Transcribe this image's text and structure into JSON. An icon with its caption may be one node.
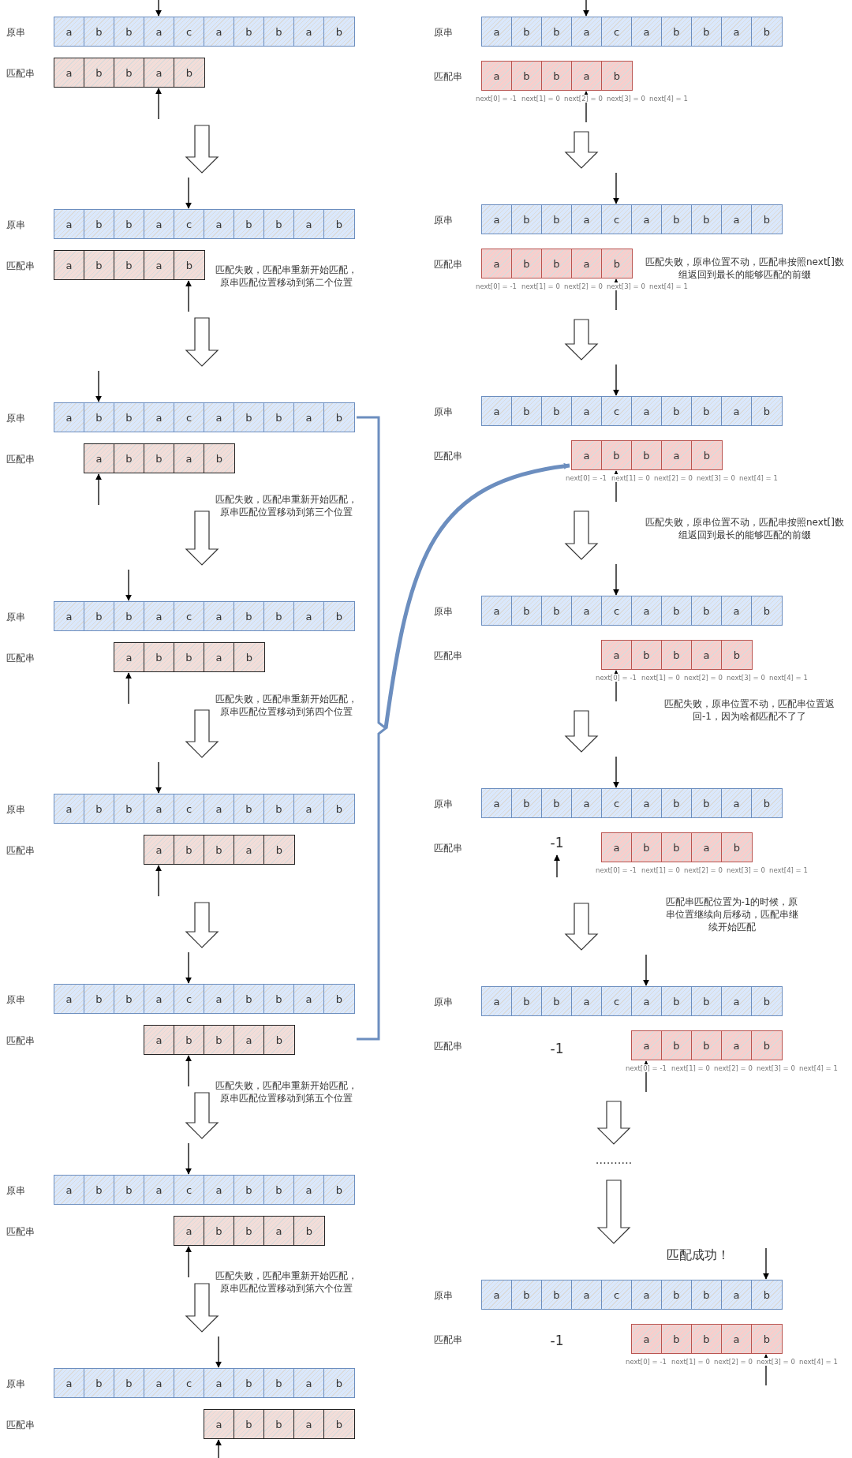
{
  "diagram": {
    "nodes": [
      {
        "text": [
          "a",
          "b",
          "b",
          "a",
          "c",
          "a",
          "b",
          "b",
          "a",
          "b"
        ],
        "beside": [
          "原串"
        ]
      },
      {
        "text": [
          "a",
          "b",
          "b",
          "a",
          "b"
        ]
      },
      {
        "text": [
          "a",
          "b",
          "b",
          "a",
          "c",
          "a",
          "b",
          "b",
          "a",
          "b"
        ],
        "beside": [
          "原串"
        ]
      },
      {
        "text": [
          "a",
          "b",
          "b",
          "a",
          "b"
        ]
      },
      {
        "text": [
          "a",
          "b",
          "b",
          "a",
          "c",
          "a",
          "b",
          "b",
          "a",
          "b"
        ],
        "beside": [
          "原串"
        ]
      },
      {
        "text": [
          "a",
          "b",
          "b",
          "a",
          "b"
        ]
      },
      {
        "text": [
          "a",
          "b",
          "b",
          "a",
          "c",
          "a",
          "b",
          "b",
          "a",
          "b"
        ],
        "beside": [
          "原串"
        ]
      },
      {
        "text": [
          "a",
          "b",
          "b",
          "a",
          "b"
        ]
      },
      {
        "text": [
          "a",
          "b",
          "b",
          "a",
          "c",
          "a",
          "b",
          "b",
          "a",
          "b"
        ],
        "beside": [
          "原串"
        ]
      },
      {
        "text": [
          "a",
          "b",
          "b",
          "a",
          "b"
        ]
      },
      {
        "text": [
          "a",
          "b",
          "b",
          "a",
          "c",
          "a",
          "b",
          "b",
          "a",
          "b"
        ],
        "beside": [
          "原串"
        ]
      },
      {
        "text": [
          "a",
          "b",
          "b",
          "a",
          "b"
        ]
      },
      {
        "text": [
          "a",
          "b",
          "b",
          "a",
          "c",
          "a",
          "b",
          "b",
          "a",
          "b"
        ],
        "beside": [
          "原串"
        ]
      },
      {
        "text": [
          "a",
          "b",
          "b",
          "a",
          "b"
        ]
      },
      {
        "text": [
          "a",
          "b",
          "b",
          "a",
          "c",
          "a",
          "b",
          "b",
          "a",
          "b"
        ],
        "beside": [
          "原串"
        ]
      },
      {
        "text": [
          "a",
          "b",
          "b",
          "a",
          "b"
        ]
      },
      {
        "text": [
          "a",
          "b",
          "b",
          "a",
          "c",
          "a",
          "b",
          "b",
          "a",
          "b"
        ],
        "beside": [
          "原串"
        ]
      },
      {
        "text": [
          "a",
          "b",
          "b",
          "a",
          "b"
        ],
        "beside": [
          "next[0] = -1",
          "next[1] = 0",
          "next[2] = 0",
          "next[3] = 0",
          "next[4] = 1"
        ]
      },
      {
        "text": [
          "a",
          "b",
          "b",
          "a",
          "c",
          "a",
          "b",
          "b",
          "a",
          "b"
        ],
        "beside": [
          "原串"
        ]
      },
      {
        "text": [
          "a",
          "b",
          "b",
          "a",
          "b"
        ],
        "beside": [
          "next[0] = -1",
          "next[1] = 0",
          "next[2] = 0",
          "next[3] = 0",
          "next[4] = 1"
        ]
      },
      {
        "text": [
          "a",
          "b",
          "b",
          "a",
          "c",
          "a",
          "b",
          "b",
          "a",
          "b"
        ],
        "beside": [
          "原串"
        ]
      },
      {
        "text": [
          "a",
          "b",
          "b",
          "a",
          "b"
        ],
        "beside": [
          "next[0] = -1",
          "next[1] = 0",
          "next[2] = 0",
          "next[3] = 0",
          "next[4] = 1"
        ]
      },
      {
        "text": [
          "a",
          "b",
          "b",
          "a",
          "c",
          "a",
          "b",
          "b",
          "a",
          "b"
        ],
        "beside": [
          "原串"
        ]
      },
      {
        "text": [
          "a",
          "b",
          "b",
          "a",
          "b"
        ],
        "beside": [
          "next[0] = -1",
          "next[1] = 0",
          "next[2] = 0",
          "next[3] = 0",
          "next[4] = 1"
        ]
      },
      {
        "text": [
          "a",
          "b",
          "b",
          "a",
          "c",
          "a",
          "b",
          "b",
          "a",
          "b"
        ],
        "beside": [
          "原串"
        ]
      },
      {
        "text": [
          "-1"
        ]
      },
      {
        "text": [
          "a",
          "b",
          "b",
          "a",
          "b"
        ],
        "beside": [
          "next[0] = -1",
          "next[1] = 0",
          "next[2] = 0",
          "next[3] = 0",
          "next[4] = 1"
        ]
      },
      {
        "text": [
          "a",
          "b",
          "b",
          "a",
          "c",
          "a",
          "b",
          "b",
          "a",
          "b"
        ],
        "beside": [
          "原串"
        ]
      },
      {
        "text": [
          "a",
          "b",
          "b",
          "a",
          "b"
        ],
        "beside": [
          "next[0] = -1",
          "next[1] = 0",
          "next[2] = 0",
          "next[3] = 0",
          "next[4] = 1"
        ]
      },
      {
        "text": [
          "………."
        ]
      },
      {
        "text": [
          "a",
          "b",
          "b",
          "a",
          "c",
          "a",
          "b",
          "b",
          "a",
          "b"
        ],
        "beside": [
          "原串"
        ]
      },
      {
        "text": [
          "a",
          "b",
          "b",
          "a",
          "b"
        ],
        "beside": [
          "next[0] = -1",
          "next[1] = 0",
          "next[2] = 0",
          "next[3] = 0",
          "next[4] = 1"
        ]
      },
      {
        "text": [],
        "shape": "bracket"
      }
    ],
    "edges": [
      {
        "from": null,
        "to": 0,
        "arrow": "to"
      },
      {
        "from": null,
        "to": 1,
        "arrow": "to"
      },
      {
        "from": 1,
        "to": 2,
        "arrow": "to",
        "style": "thick"
      },
      {
        "from": null,
        "to": 2,
        "arrow": "to"
      },
      {
        "from": null,
        "to": 3,
        "arrow": "to"
      },
      {
        "from": 3,
        "to": 4,
        "arrow": "to",
        "style": "thick"
      },
      {
        "from": null,
        "to": 4,
        "arrow": "to"
      },
      {
        "from": null,
        "to": 5,
        "arrow": "to"
      },
      {
        "from": 5,
        "to": 6,
        "arrow": "to",
        "style": "thick"
      },
      {
        "from": null,
        "to": 6,
        "arrow": "to"
      },
      {
        "from": null,
        "to": 7,
        "arrow": "to"
      },
      {
        "from": 7,
        "to": 8,
        "arrow": "to",
        "style": "thick"
      },
      {
        "from": null,
        "to": 8,
        "arrow": "to"
      },
      {
        "from": null,
        "to": 9,
        "arrow": "to"
      },
      {
        "from": 9,
        "to": 10,
        "arrow": "to",
        "style": "thick"
      },
      {
        "from": null,
        "to": 10,
        "arrow": "to"
      },
      {
        "from": null,
        "to": 11,
        "arrow": "to"
      },
      {
        "from": 11,
        "to": 12,
        "arrow": "to",
        "style": "thick"
      },
      {
        "from": null,
        "to": 12,
        "arrow": "to"
      },
      {
        "from": null,
        "to": 13,
        "arrow": "to"
      },
      {
        "from": 13,
        "to": 14,
        "arrow": "to",
        "style": "thick"
      },
      {
        "from": null,
        "to": 14,
        "arrow": "to"
      },
      {
        "from": null,
        "to": 15,
        "arrow": "to"
      },
      {
        "from": 32,
        "to": 21,
        "arrow": "to",
        "style": "thick",
        "color": "#6c8ebf"
      },
      {
        "from": null,
        "to": 16,
        "arrow": "to"
      },
      {
        "from": null,
        "to": 17,
        "arrow": "to"
      },
      {
        "from": 17,
        "to": 18,
        "arrow": "to",
        "style": "thick"
      },
      {
        "from": null,
        "to": 18,
        "arrow": "to"
      },
      {
        "from": null,
        "to": 19,
        "arrow": "to"
      },
      {
        "from": 19,
        "to": 20,
        "arrow": "to",
        "style": "thick"
      },
      {
        "from": null,
        "to": 20,
        "arrow": "to"
      },
      {
        "from": null,
        "to": 21,
        "arrow": "to"
      },
      {
        "from": 21,
        "to": 22,
        "arrow": "to",
        "style": "thick"
      },
      {
        "from": null,
        "to": 22,
        "arrow": "to"
      },
      {
        "from": null,
        "to": 23,
        "arrow": "to"
      },
      {
        "from": 23,
        "to": 24,
        "arrow": "to",
        "style": "thick"
      },
      {
        "from": null,
        "to": 24,
        "arrow": "to"
      },
      {
        "from": null,
        "to": 25,
        "arrow": "to"
      },
      {
        "from": 26,
        "to": 27,
        "arrow": "to",
        "style": "thick"
      },
      {
        "from": null,
        "to": 27,
        "arrow": "to"
      },
      {
        "from": null,
        "to": 28,
        "arrow": "to"
      },
      {
        "from": 28,
        "to": 29,
        "arrow": "to",
        "style": "thick"
      },
      {
        "from": 29,
        "to": 30,
        "arrow": "to",
        "style": "thick"
      },
      {
        "from": null,
        "to": 30,
        "arrow": "to"
      },
      {
        "from": null,
        "to": 31,
        "arrow": "to"
      }
    ],
    "labels": [
      "匹配串",
      "匹配串",
      "匹配失败，匹配串重新开始匹配，原串匹配位置移动到第二个位置",
      "匹配串",
      "匹配失败，匹配串重新开始匹配，原串匹配位置移动到第三个位置",
      "匹配串",
      "匹配失败，匹配串重新开始匹配，原串匹配位置移动到第四个位置",
      "匹配串",
      "匹配串",
      "匹配失败，匹配串重新开始匹配，原串匹配位置移动到第五个位置",
      "匹配串",
      "匹配失败，匹配串重新开始匹配，原串匹配位置移动到第六个位置",
      "匹配串",
      "匹配串",
      "匹配串",
      "匹配失败，原串位置不动，匹配串按照next[]数组返回到最长的能够匹配的前缀",
      "匹配串",
      "匹配失败，原串位置不动，匹配串按照next[]数组返回到最长的能够匹配的前缀",
      "匹配串",
      "匹配失败，原串位置不动，匹配串位置返回-1，因为啥都匹配不了了",
      "匹配串",
      "匹配串匹配位置为-1的时候，原串位置继续向后移动，匹配串继续开始匹配",
      "匹配串",
      "-1",
      "匹配成功！",
      "匹配串",
      "-1"
    ]
  }
}
